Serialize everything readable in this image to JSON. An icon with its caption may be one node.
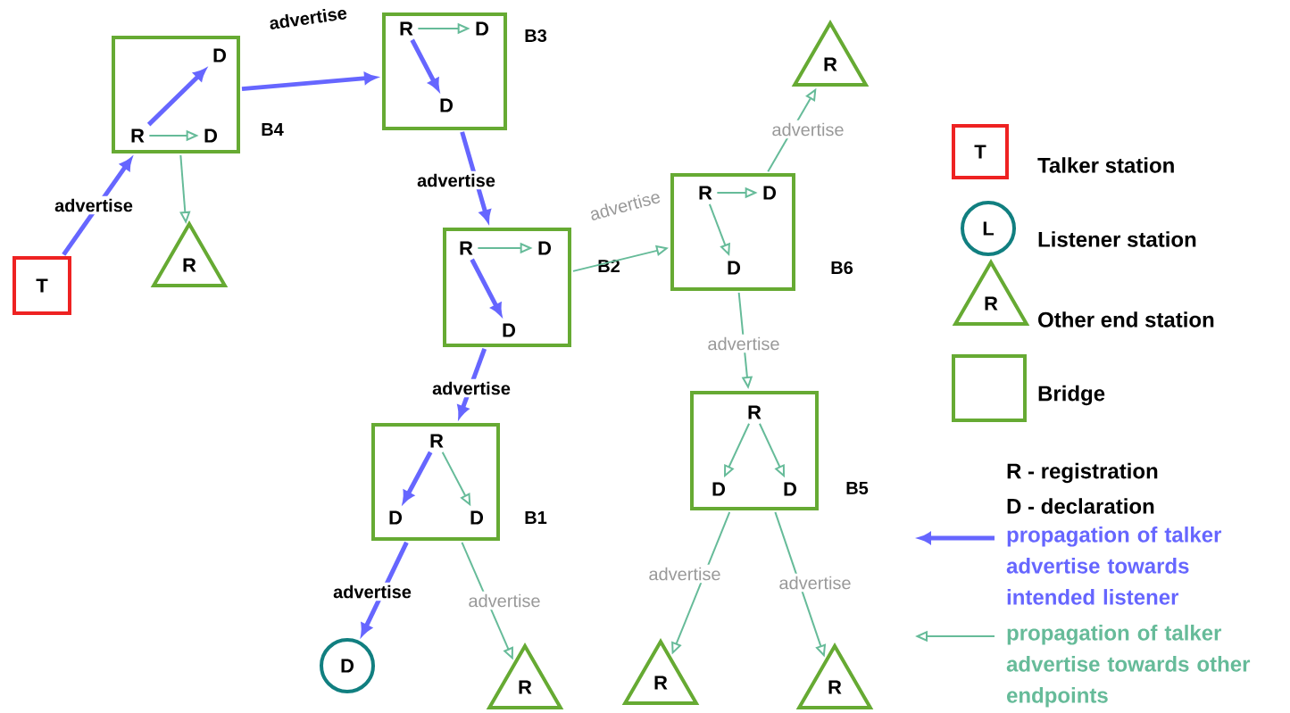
{
  "diagram": {
    "nodes": [
      {
        "text": [
          "T"
        ]
      },
      {
        "text": [],
        "shape": "box",
        "beside": [
          "B4"
        ]
      },
      {
        "text": [
          "R"
        ],
        "in": 1
      },
      {
        "text": [
          "D"
        ],
        "in": 1
      },
      {
        "text": [
          "D"
        ],
        "in": 1
      },
      {
        "text": [
          "R"
        ]
      },
      {
        "text": [],
        "shape": "box",
        "beside": [
          "B3"
        ]
      },
      {
        "text": [
          "R"
        ],
        "in": 6
      },
      {
        "text": [
          "D"
        ],
        "in": 6
      },
      {
        "text": [
          "D"
        ],
        "in": 6
      },
      {
        "text": [],
        "shape": "box",
        "beside": [
          "B2"
        ]
      },
      {
        "text": [
          "R"
        ],
        "in": 10
      },
      {
        "text": [
          "D"
        ],
        "in": 10
      },
      {
        "text": [
          "D"
        ],
        "in": 10
      },
      {
        "text": [],
        "shape": "box",
        "beside": [
          "B6"
        ]
      },
      {
        "text": [
          "R"
        ],
        "in": 14
      },
      {
        "text": [
          "D"
        ],
        "in": 14
      },
      {
        "text": [
          "D"
        ],
        "in": 14
      },
      {
        "text": [
          "R"
        ]
      },
      {
        "text": [],
        "shape": "box",
        "beside": [
          "B1"
        ]
      },
      {
        "text": [
          "R"
        ],
        "in": 19
      },
      {
        "text": [
          "D"
        ],
        "in": 19
      },
      {
        "text": [
          "D"
        ],
        "in": 19
      },
      {
        "text": [
          "D"
        ]
      },
      {
        "text": [
          "R"
        ]
      },
      {
        "text": [],
        "shape": "box",
        "beside": [
          "B5"
        ]
      },
      {
        "text": [
          "R"
        ],
        "in": 25
      },
      {
        "text": [
          "D"
        ],
        "in": 25
      },
      {
        "text": [
          "D"
        ],
        "in": 25
      },
      {
        "text": [
          "R"
        ]
      },
      {
        "text": [
          "R"
        ]
      }
    ],
    "edges": [
      {
        "from": 0,
        "to": 1,
        "arrow": "to",
        "label": "advertise",
        "style": "thick",
        "color": "#6666ff"
      },
      {
        "from": 2,
        "to": 3,
        "arrow": "to",
        "style": "thick",
        "color": "#6666ff"
      },
      {
        "from": 2,
        "to": 4,
        "arrow": "to"
      },
      {
        "from": 1,
        "to": 5,
        "arrow": "to"
      },
      {
        "from": 1,
        "to": 6,
        "arrow": "to",
        "label": "advertise",
        "style": "thick",
        "color": "#6666ff"
      },
      {
        "from": 7,
        "to": 8,
        "arrow": "to"
      },
      {
        "from": 7,
        "to": 9,
        "arrow": "to",
        "style": "thick",
        "color": "#6666ff"
      },
      {
        "from": 6,
        "to": 10,
        "arrow": "to",
        "label": "advertise",
        "style": "thick",
        "color": "#6666ff"
      },
      {
        "from": 11,
        "to": 12,
        "arrow": "to"
      },
      {
        "from": 11,
        "to": 13,
        "arrow": "to",
        "style": "thick",
        "color": "#6666ff"
      },
      {
        "from": 10,
        "to": 14,
        "arrow": "to",
        "label": "advertise"
      },
      {
        "from": 15,
        "to": 16,
        "arrow": "to"
      },
      {
        "from": 15,
        "to": 17,
        "arrow": "to"
      },
      {
        "from": 14,
        "to": 18,
        "arrow": "to",
        "label": "advertise"
      },
      {
        "from": 14,
        "to": 25,
        "arrow": "to",
        "label": "advertise"
      },
      {
        "from": 10,
        "to": 19,
        "arrow": "to",
        "label": "advertise",
        "style": "thick",
        "color": "#6666ff"
      },
      {
        "from": 20,
        "to": 21,
        "arrow": "to",
        "style": "thick",
        "color": "#6666ff"
      },
      {
        "from": 20,
        "to": 22,
        "arrow": "to"
      },
      {
        "from": 19,
        "to": 23,
        "arrow": "to",
        "label": "advertise",
        "style": "thick",
        "color": "#6666ff"
      },
      {
        "from": 19,
        "to": 24,
        "arrow": "to",
        "label": "advertise"
      },
      {
        "from": 26,
        "to": 27,
        "arrow": "to"
      },
      {
        "from": 26,
        "to": 28,
        "arrow": "to"
      },
      {
        "from": 25,
        "to": 29,
        "arrow": "to",
        "label": "advertise"
      },
      {
        "from": 25,
        "to": 30,
        "arrow": "to",
        "label": "advertise"
      }
    ],
    "labels": [
      "T",
      "L",
      "R",
      "R - registration",
      "D - declaration"
    ],
    "legend": [
      {
        "text": "Talker station"
      },
      {
        "text": "Listener station"
      },
      {
        "text": "Other end station"
      },
      {
        "text": "Bridge"
      },
      {
        "text": "propagation of talker advertise towards intended listener"
      },
      {
        "text": "propagation of talker advertise towards other endpoints"
      }
    ]
  }
}
